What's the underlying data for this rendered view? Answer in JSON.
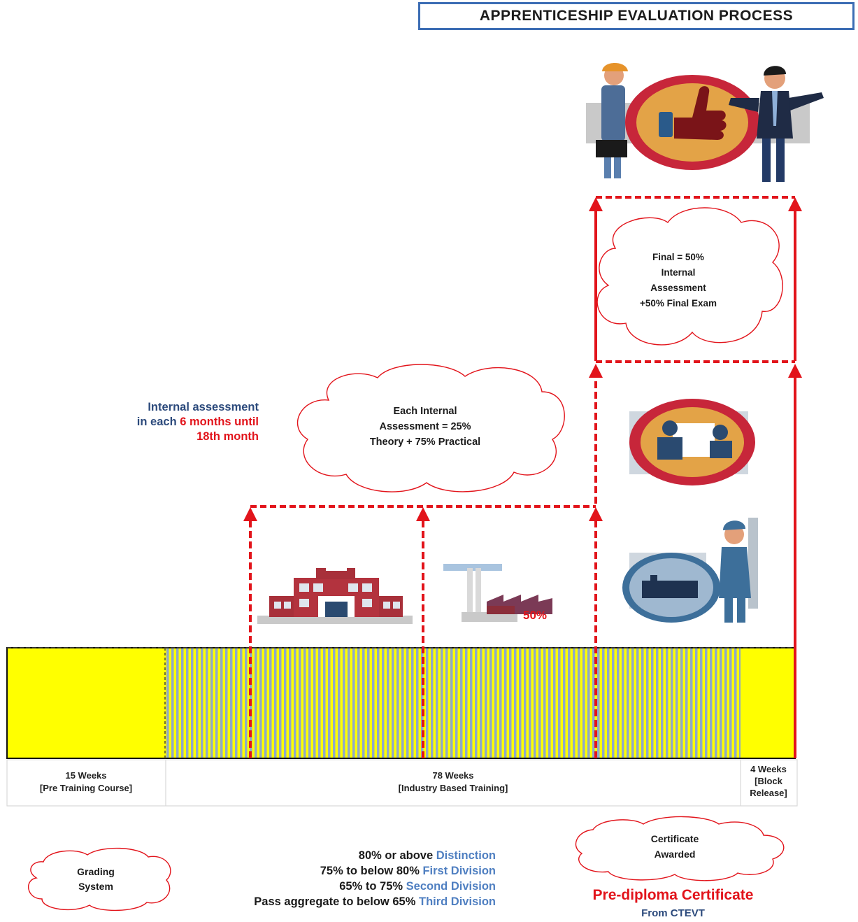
{
  "title": "APPRENTICESHIP EVALUATION PROCESS",
  "final_cloud": {
    "line1": "Final = 50%",
    "line2": "Internal",
    "line3": "Assessment",
    "line4": "+50% Final Exam"
  },
  "internal_cloud": {
    "line1": "Each Internal",
    "line2": "Assessment = 25%",
    "line3": "Theory + 75% Practical"
  },
  "internal_note": {
    "line1": "Internal assessment",
    "line2_a": "in each ",
    "line2_b": "6 months until",
    "line3": "18th month"
  },
  "factory_label": "50%",
  "timeline": [
    {
      "weeks": "15 Weeks",
      "desc": "[Pre Training Course]"
    },
    {
      "weeks": "78 Weeks",
      "desc": "[Industry Based Training]"
    },
    {
      "weeks": "4 Weeks",
      "desc": "[Block",
      "desc2": "Release]"
    }
  ],
  "grading_cloud": {
    "line1": "Grading",
    "line2": "System"
  },
  "grading": [
    {
      "range": "80% or above",
      "name": "Distinction"
    },
    {
      "range": "75% to below 80%",
      "name": "First Division"
    },
    {
      "range": "65% to 75%",
      "name": "Second Division"
    },
    {
      "range": "Pass aggregate to below 65%",
      "name": "Third Division"
    }
  ],
  "certificate_cloud": {
    "line1": "Certificate",
    "line2": "Awarded"
  },
  "certificate": {
    "main": "Pre-diploma Certificate",
    "sub": "From CTEVT"
  },
  "colors": {
    "red": "#e2141b",
    "yellow": "#ffff00",
    "stripe_blue": "#8fa9c9",
    "title_border": "#3c6db4",
    "navy_text": "#2c4a7c",
    "blue_text": "#4f7fc1"
  },
  "icons": [
    "handshake-thumbs-up-icon",
    "training-session-icon",
    "factory-worker-icon",
    "school-building-icon",
    "factory-icon"
  ]
}
